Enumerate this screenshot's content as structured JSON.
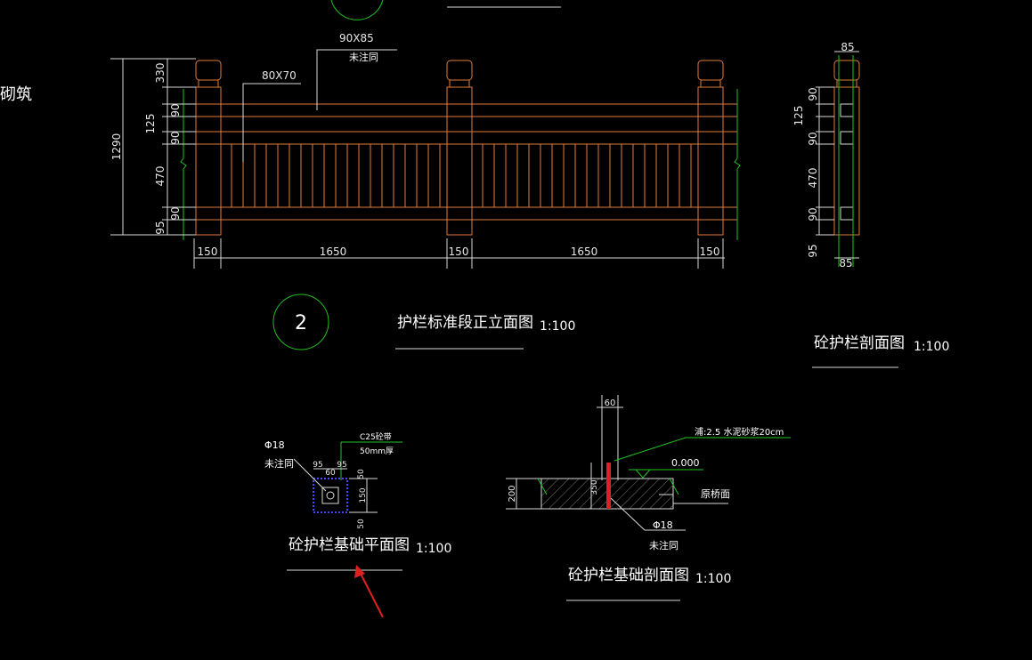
{
  "drawing": {
    "left_label": "砌筑",
    "elevation": {
      "title": "护栏标准段正立面图",
      "scale": "1:100",
      "number": "2",
      "note_top_size": "90X85",
      "note_top_text": "未注同",
      "note_rail_size": "80X70",
      "total_height": "1290",
      "heights": [
        "330",
        "90",
        "125",
        "90",
        "470",
        "90",
        "95"
      ],
      "widths": [
        "150",
        "1650",
        "150",
        "1650",
        "150"
      ]
    },
    "section": {
      "title": "砼护栏剖面图",
      "scale": "1:100",
      "top_width": "85",
      "bottom_width": "85",
      "heights": [
        "90",
        "125",
        "90",
        "470",
        "90",
        "95"
      ]
    },
    "foundation_plan": {
      "title": "砼护栏基础平面图",
      "scale": "1:100",
      "bar": "Φ18",
      "bar_note": "未注同",
      "concrete_note": "C25砼带",
      "thickness_note": "50mm厚",
      "dims_top": [
        "95",
        "60",
        "95"
      ],
      "dims_side": [
        "50",
        "150",
        "50"
      ]
    },
    "foundation_section": {
      "title": "砼护栏基础剖面图",
      "scale": "1:100",
      "top_dim": "60",
      "mortar_note": "浦:2.5 水泥砂浆20cm",
      "level": "0.000",
      "bridge_label": "原桥面",
      "depth": "200",
      "embed": "350",
      "bar": "Φ18",
      "bar_note": "未注同"
    }
  }
}
